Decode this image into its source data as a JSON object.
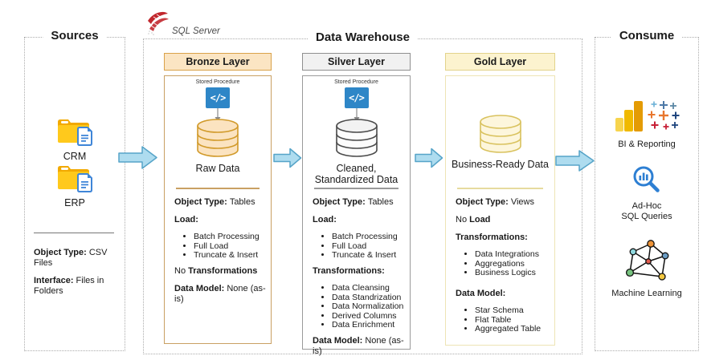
{
  "sources": {
    "title": "Sources",
    "items": [
      {
        "icon": "folder-file-icon",
        "label": "CRM"
      },
      {
        "icon": "folder-file-icon",
        "label": "ERP"
      }
    ],
    "facts": [
      {
        "bold": "Object Type:",
        "text": "CSV Files"
      },
      {
        "bold": "Interface:",
        "text": "Files in Folders"
      }
    ]
  },
  "warehouse": {
    "title": "Data Warehouse",
    "sql_server_label": "SQL Server",
    "sp_glyph": "</>",
    "layers": [
      {
        "header": "Bronze Layer",
        "stored_procedure_label": "Stored Procedure",
        "db_label": "Raw Data",
        "object_type": {
          "bold": "Object Type:",
          "text": "Tables"
        },
        "load_label": "Load:",
        "load_items": [
          "Batch Processing",
          "Full Load",
          "Truncate & Insert"
        ],
        "transformations_note": {
          "pre": "No ",
          "bold": "Transformations"
        },
        "data_model": {
          "bold": "Data Model:",
          "text": "None (as-is)"
        }
      },
      {
        "header": "Silver Layer",
        "stored_procedure_label": "Stored Procedure",
        "db_label": "Cleaned, Standardized Data",
        "object_type": {
          "bold": "Object Type:",
          "text": "Tables"
        },
        "load_label": "Load:",
        "load_items": [
          "Batch Processing",
          "Full Load",
          "Truncate & Insert"
        ],
        "transformations_label": "Transformations:",
        "transformation_items": [
          "Data Cleansing",
          "Data Standrization",
          "Data Normalization",
          "Derived Columns",
          "Data Enrichment"
        ],
        "data_model": {
          "bold": "Data Model:",
          "text": "None (as-is)"
        }
      },
      {
        "header": "Gold Layer",
        "db_label": "Business-Ready Data",
        "object_type": {
          "bold": "Object Type:",
          "text": "Views"
        },
        "load_note": {
          "pre": "No ",
          "bold": "Load"
        },
        "transformations_label": "Transformations:",
        "transformation_items": [
          "Data Integrations",
          "Aggregations",
          "Business Logics"
        ],
        "data_model_label": "Data Model:",
        "data_model_items": [
          "Star Schema",
          "Flat Table",
          "Aggregated Table"
        ]
      }
    ]
  },
  "consume": {
    "title": "Consume",
    "items": [
      {
        "icons": [
          "power-bi-icon",
          "tableau-icon"
        ],
        "label": "BI & Reporting"
      },
      {
        "icons": [
          "magnifier-chart-icon"
        ],
        "line1": "Ad-Hoc",
        "line2": "SQL Queries"
      },
      {
        "icons": [
          "network-graph-icon"
        ],
        "label": "Machine Learning"
      }
    ]
  },
  "colors": {
    "arrow_fill": "#aedcef",
    "arrow_stroke": "#56a4c8",
    "bronze_accent": "#d9a24a",
    "bronze_fill": "#fbe5c3",
    "silver_accent": "#8f8f8f",
    "gold_accent": "#e2d38b",
    "gold_fill": "#fcf3cf",
    "stored_procedure_blue": "#2e86c7",
    "sql_server_red": "#c1272d",
    "folder_yellow": "#ffc91c"
  }
}
